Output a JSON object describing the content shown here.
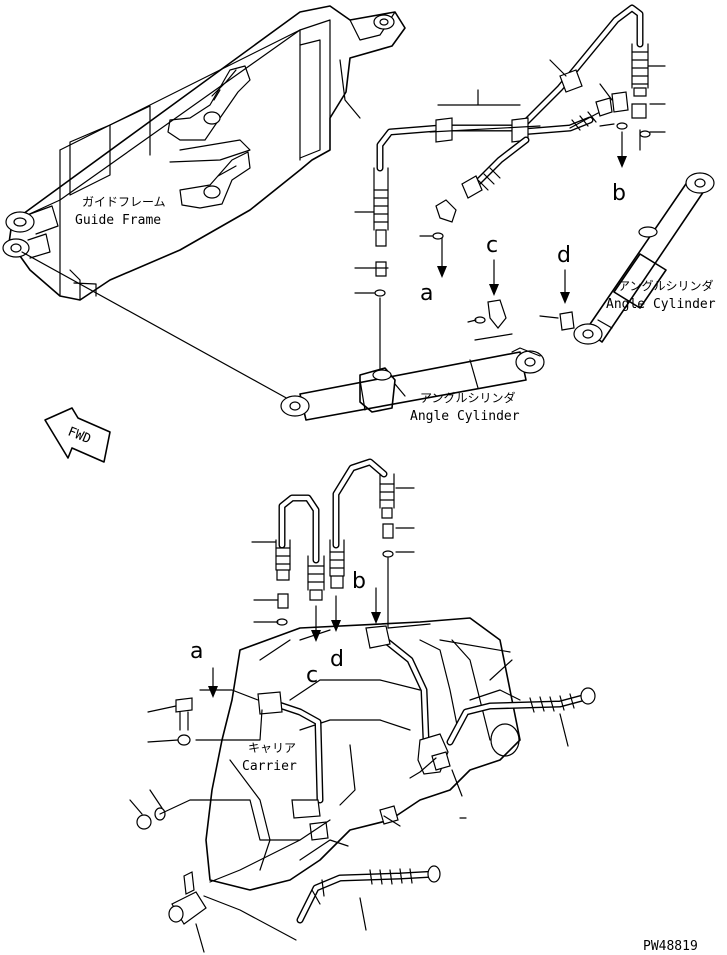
{
  "labels": {
    "guide_frame_jp": "ガイドフレーム",
    "guide_frame_en": "Guide Frame",
    "angle_cylinder_right_jp": "アングルシリンダ",
    "angle_cylinder_right_en": "Angle Cylinder",
    "angle_cylinder_mid_jp": "アングルシリンダ",
    "angle_cylinder_mid_en": "Angle Cylinder",
    "carrier_jp": "キャリア",
    "carrier_en": "Carrier",
    "fwd": "FWD",
    "drawing_code": "PW48819"
  },
  "connection_letters": {
    "top_a": "a",
    "top_b": "b",
    "top_c": "c",
    "top_d": "d",
    "bottom_a": "a",
    "bottom_b": "b",
    "bottom_c": "c",
    "bottom_d": "d"
  }
}
